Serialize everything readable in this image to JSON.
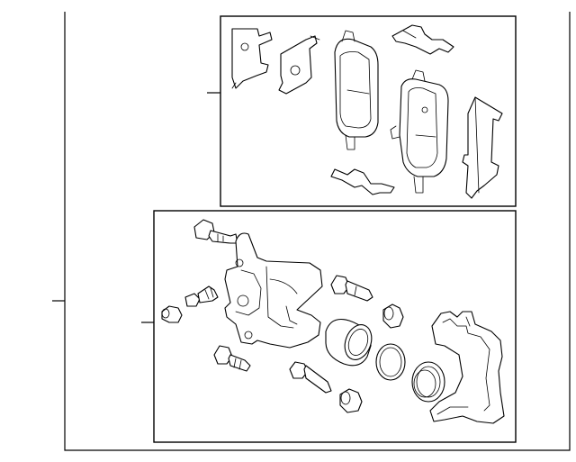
{
  "diagram": {
    "type": "exploded-parts-diagram",
    "assembly": "brake-caliper-assembly",
    "groups": [
      {
        "id": "pad-kit",
        "parts": [
          "anti-squeal-shim",
          "anti-squeal-shim",
          "brake-pad",
          "brake-pad",
          "pad-clip",
          "pad-clip",
          "pad-wear-shim"
        ]
      },
      {
        "id": "caliper",
        "parts": [
          "caliper-housing",
          "guide-pin-bolt",
          "guide-pin-bolt",
          "bleeder-screw",
          "bleeder-cap",
          "piston",
          "piston-seal",
          "dust-boot",
          "guide-pin",
          "guide-pin",
          "pin-boot",
          "pin-boot",
          "caliper-bracket"
        ]
      }
    ]
  }
}
